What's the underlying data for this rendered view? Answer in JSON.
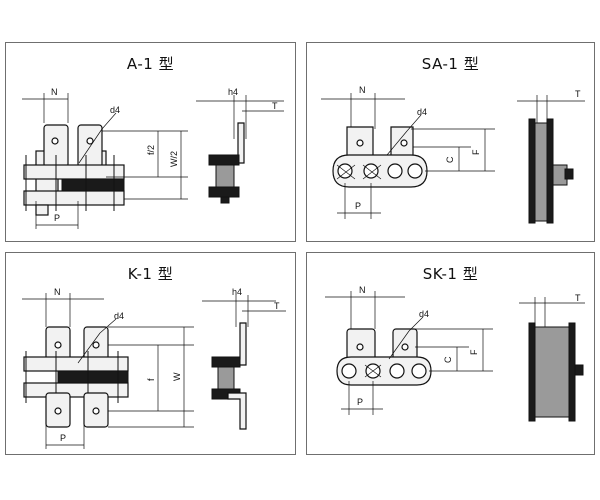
{
  "panels": {
    "a1": {
      "title": "A-1 型",
      "labels": {
        "n": "N",
        "d4": "d4",
        "f2": "f/2",
        "w2": "W/2",
        "p": "P",
        "h4": "h4",
        "t": "T"
      }
    },
    "sa1": {
      "title": "SA-1 型",
      "labels": {
        "n": "N",
        "d4": "d4",
        "c": "C",
        "f": "F",
        "p": "P",
        "t": "T"
      }
    },
    "k1": {
      "title": "K-1 型",
      "labels": {
        "n": "N",
        "d4": "d4",
        "f": "f",
        "w": "W",
        "p": "P",
        "h4": "h4",
        "t": "T"
      }
    },
    "sk1": {
      "title": "SK-1 型",
      "labels": {
        "n": "N",
        "d4": "d4",
        "c": "C",
        "f": "F",
        "p": "P",
        "t": "T"
      }
    }
  }
}
